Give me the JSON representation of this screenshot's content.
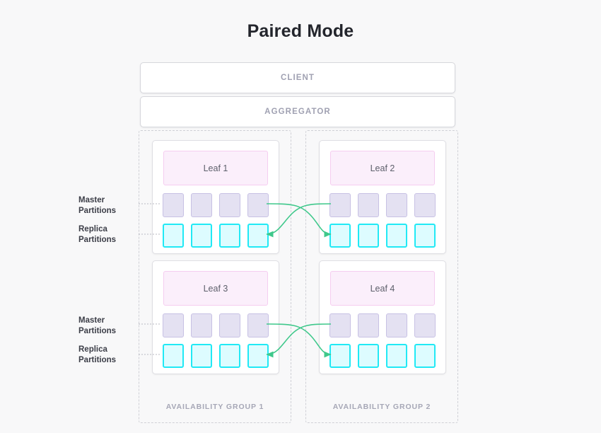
{
  "title": "Paired Mode",
  "theme": {
    "background": "#f8f8f9",
    "title_color": "#23252c",
    "box_border": "#d6d7dc",
    "box_label_color": "#a0a1b2",
    "group_border": "#cfd0d6",
    "group_label_color": "#a6a7b6",
    "leaf_fill": "#fbeffb",
    "leaf_border": "#f5cdf0",
    "leaf_text": "#5d5f6b",
    "master_fill": "#e4e1f2",
    "master_border": "#c7c1e4",
    "replica_fill": "#ddfcff",
    "replica_border": "#21e9f5",
    "arrow_color": "#3fc88b",
    "leader_color": "#b9bac2",
    "annotation_color": "#3b3d47"
  },
  "stack": [
    {
      "label": "CLIENT",
      "name": "client-box"
    },
    {
      "label": "AGGREGATOR",
      "name": "aggregator-box"
    }
  ],
  "annotations": {
    "master_line1": "Master",
    "master_line2": "Partitions",
    "replica_line1": "Replica",
    "replica_line2": "Partitions"
  },
  "availability_groups": [
    {
      "label": "AVAILABILITY GROUP 1",
      "leaves": [
        {
          "label": "Leaf 1",
          "master_partitions": 4,
          "replica_partitions": 4
        },
        {
          "label": "Leaf 3",
          "master_partitions": 4,
          "replica_partitions": 4
        }
      ]
    },
    {
      "label": "AVAILABILITY GROUP 2",
      "leaves": [
        {
          "label": "Leaf 2",
          "master_partitions": 4,
          "replica_partitions": 4
        },
        {
          "label": "Leaf 4",
          "master_partitions": 4,
          "replica_partitions": 4
        }
      ]
    }
  ],
  "replication_links": [
    {
      "from": "Leaf 1 master partition 4",
      "to": "Leaf 2 replica partition 1",
      "direction": "right"
    },
    {
      "from": "Leaf 2 master partition 1",
      "to": "Leaf 1 replica partition 4",
      "direction": "left"
    },
    {
      "from": "Leaf 3 master partition 4",
      "to": "Leaf 4 replica partition 1",
      "direction": "right"
    },
    {
      "from": "Leaf 4 master partition 1",
      "to": "Leaf 3 replica partition 4",
      "direction": "left"
    }
  ]
}
